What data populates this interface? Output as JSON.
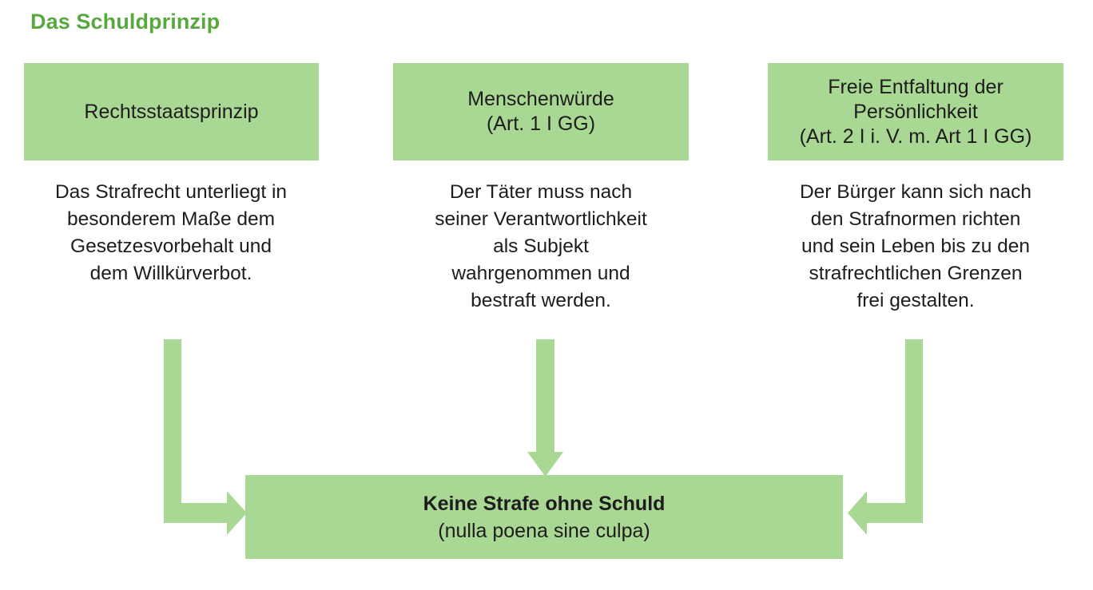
{
  "title": "Das Schuldprinzip",
  "colors": {
    "title_green": "#57a93f",
    "box_green": "#a9d894",
    "arrow_green": "#a9d894",
    "text_black": "#1d1d1b",
    "background": "#ffffff"
  },
  "principles": [
    {
      "id": "rechtsstaat",
      "box_label": "Rechtsstaatsprinzip",
      "description": "Das Strafrecht unterliegt in\nbesonderem Maße dem\nGesetzesvorbehalt und\ndem Willkürverbot.",
      "arrow": "elbow-down-right-arrow"
    },
    {
      "id": "menschenwuerde",
      "box_label": "Menschenwürde\n(Art. 1 I GG)",
      "description": "Der Täter muss nach\nseiner Verantwortlichkeit\nals Subjekt\nwahrgenommen und\nbestraft werden.",
      "arrow": "down-arrow"
    },
    {
      "id": "persoenlichkeit",
      "box_label": "Freie Entfaltung der\nPersönlichkeit\n(Art. 2 I i. V. m. Art 1 I GG)",
      "description": "Der Bürger kann sich nach\nden Strafnormen richten\nund sein Leben bis zu den\nstrafrechtlichen Grenzen\nfrei gestalten.",
      "arrow": "elbow-down-left-arrow"
    }
  ],
  "conclusion": {
    "primary": "Keine Strafe ohne Schuld",
    "secondary": "(nulla poena sine culpa)"
  }
}
